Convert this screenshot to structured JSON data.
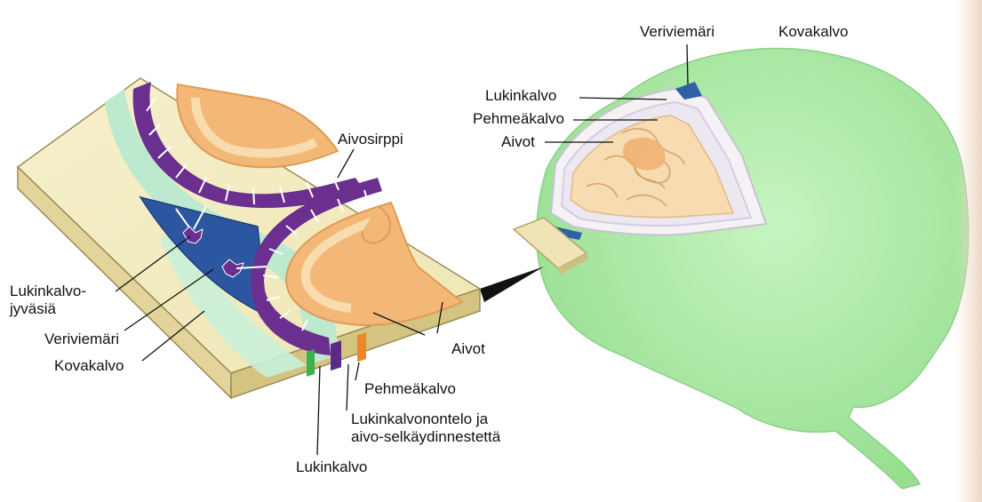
{
  "labels": {
    "aivosirppi": "Aivosirppi",
    "lukinkalvo_jyvasia": "Lukinkalvo-\njyväsiä",
    "veriviemari_left": "Veriviemäri",
    "kovakalvo_left": "Kovakalvo",
    "aivot_left": "Aivot",
    "pehmeakalvo_left": "Pehmeäkalvo",
    "lukinkalvonontelo": "Lukinkalvonontelo ja\naivo-selkäydinnestettä",
    "lukinkalvo_left": "Lukinkalvo",
    "veriviemari_right": "Veriviemäri",
    "kovakalvo_right": "Kovakalvo",
    "lukinkalvo_right": "Lukinkalvo",
    "pehmeakalvo_right": "Pehmeäkalvo",
    "aivot_right": "Aivot"
  },
  "colors": {
    "dura_green": "#b8f0b4",
    "dura_dark": "#8fd98c",
    "block_top": "#f3ecc1",
    "block_side": "#d9cf95",
    "brain_orange": "#f0b676",
    "brain_light": "#f7dcb4",
    "arachnoid_purple": "#6b2f8f",
    "sinus_blue": "#2f5fa5",
    "csf_mint": "#bfe9d6"
  }
}
